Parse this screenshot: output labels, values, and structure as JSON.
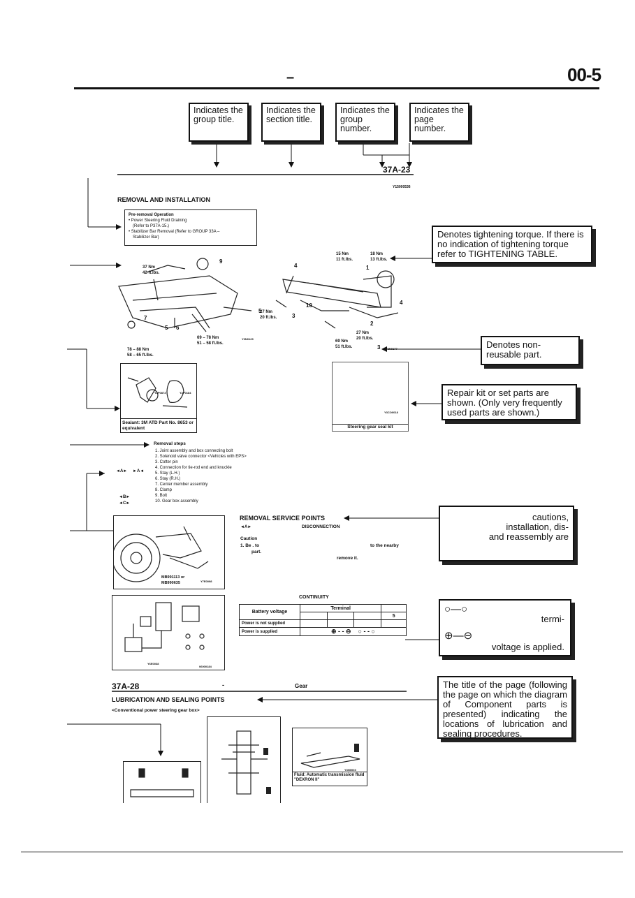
{
  "header": {
    "page_number": "00-5",
    "dash": "–"
  },
  "top_callouts": [
    {
      "text": "Indicates the group title."
    },
    {
      "text": "Indicates the section title."
    },
    {
      "text": "Indicates the group number."
    },
    {
      "text": "Indicates the page number."
    }
  ],
  "sample_page": {
    "page_number": "37A-23",
    "figure_code": "Y15000536",
    "section_title": "REMOVAL AND INSTALLATION",
    "pre_removal": {
      "title": "Pre-removal Operation",
      "items": [
        "• Power Steering Fluid Draining",
        "(Refer to P37A-15.)",
        "• Stabilizer Bar Removal (Refer to GROUP 33A –",
        "Stabilizer Bar)"
      ]
    },
    "torque_labels": {
      "t37": "37 Nm\n42 ft.lbs.",
      "t15": "15 Nm\n11 ft.lbs.",
      "t18": "18 Nm\n13 ft.lbs.",
      "t27a": "27 Nm\n20 ft.lbs.",
      "t27b": "27 Nm\n20 ft.lbs.",
      "t69": "69 – 78 Nm\n51 – 58 ft.lbs.",
      "t78": "78 – 88 Nm\n58 – 65 ft.lbs.",
      "t69b": "69 Nm\n51 ft.lbs."
    },
    "figure_codes": {
      "f1": "Y3N0129",
      "f2": "Y3N0177",
      "f3": "Y2P0873",
      "f4": "Y2P0184",
      "f5": "Y3CO0018",
      "f6": "Y7E0098",
      "f7": "Y3N0003",
      "f8": "Y6E0038",
      "f9": "06000184"
    },
    "sealant": "Sealant: 3M ATD Part No. 8653 or equivalent",
    "seal_kit": "Steering gear seal kit",
    "removal_steps": {
      "title": "Removal steps",
      "steps": [
        "1. Joint assembly and box connecting bolt",
        "2. Solenoid valve connector <Vehicles with EPS>",
        "3. Cotter pin",
        "4. Connection for tie-rod end and knuckle",
        "5. Stay (L.H.)",
        "6. Stay (R.H.)",
        "7. Center member assembly",
        "8. Clamp",
        "9. Bolt",
        "10. Gear box assembly"
      ],
      "markers": {
        "a": "◄A►",
        "a2": "►A◄",
        "b": "◄B►",
        "c": "◄C►"
      }
    },
    "service_points": {
      "title": "REMOVAL SERVICE POINTS",
      "marker": "◄A►",
      "sub": "DISCONNECTION",
      "caution": "Caution",
      "lines": [
        "1. Be . to",
        "part.",
        "to the nearby",
        "remove it."
      ]
    },
    "tool_labels": [
      "MB991113 or",
      "MB990635"
    ],
    "continuity": {
      "title": "CONTINUITY",
      "header": "Terminal",
      "row_header": "Battery voltage",
      "col5": "5",
      "rows": [
        "Power is not supplied",
        "Power is supplied"
      ],
      "symbols": "⊕ - - ⊖    ○ - - ○"
    },
    "page2_number": "37A-28",
    "page2_dash": "-",
    "page2_gear": "Gear",
    "lubrication_title": "LUBRICATION AND SEALING POINTS",
    "lubrication_sub": "<Conventional power steering gear box>",
    "fluid_label": "Fluid: Automatic transmission fluid \"DEXRON II\""
  },
  "right_callouts": {
    "torque": "Denotes tightening torque. If there is no indication of tightening torque refer to TIGHTENING TABLE.",
    "nonreus": "Denotes non-reusable part.",
    "repair_kit": "Repair kit or set parts are shown. (Only very frequently used parts are shown.)",
    "cautions": [
      "cautions,",
      "installation, dis-",
      "and reassembly are"
    ],
    "terminal_1_symbol": "○—○",
    "terminal_1_text": "termi-",
    "terminal_2_symbol": "⊕—⊖",
    "terminal_2_text": "voltage is applied.",
    "lubrication": "The title of the page (following the page on which the diagram of Component parts is presented) indicating the locations of lubrication and sealing procedures."
  }
}
